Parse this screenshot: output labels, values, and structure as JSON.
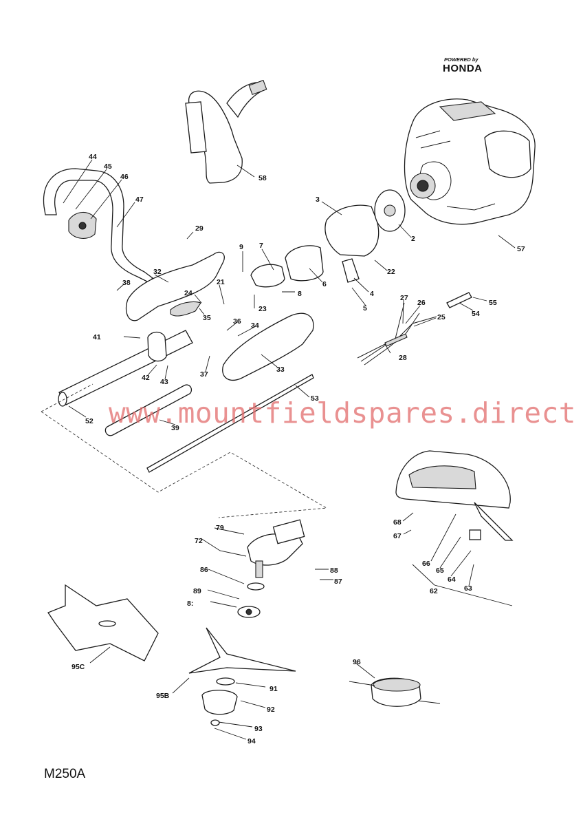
{
  "brand": {
    "powered_by": "POWERED by",
    "name": "HONDA"
  },
  "watermark": "www.mountfieldspares.direct",
  "diagram_code": "M250A",
  "callouts": [
    "44",
    "45",
    "46",
    "47",
    "58",
    "3",
    "2",
    "57",
    "29",
    "9",
    "7",
    "22",
    "32",
    "38",
    "21",
    "24",
    "8",
    "6",
    "4",
    "23",
    "35",
    "5",
    "27",
    "26",
    "55",
    "25",
    "54",
    "36",
    "34",
    "41",
    "28",
    "42",
    "43",
    "37",
    "33",
    "52",
    "39",
    "53",
    "68",
    "67",
    "72",
    "79",
    "66",
    "65",
    "64",
    "88",
    "62",
    "63",
    "86",
    "87",
    "89",
    "8:",
    "95C",
    "96",
    "91",
    "95B",
    "92",
    "93",
    "94"
  ]
}
